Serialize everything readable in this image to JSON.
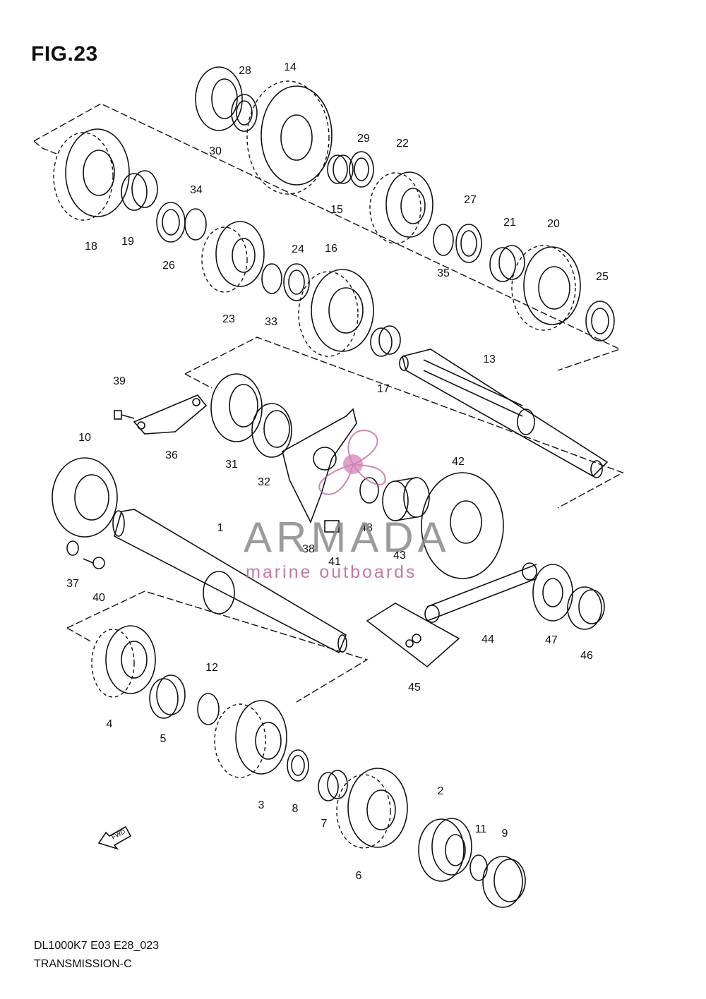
{
  "figure": {
    "title": "FIG.23"
  },
  "footer": {
    "code": "DL1000K7 E03 E28_023",
    "name": "TRANSMISSION-C"
  },
  "watermark": {
    "brand": "ARMADA",
    "tagline": "marine outboards",
    "accent_color": "#c06aa0"
  },
  "direction_marker": {
    "text": "FWD",
    "icon": "forward-arrow-icon"
  },
  "parts": [
    {
      "id": "p1",
      "label": "1"
    },
    {
      "id": "p2",
      "label": "2"
    },
    {
      "id": "p3",
      "label": "3"
    },
    {
      "id": "p4",
      "label": "4"
    },
    {
      "id": "p5",
      "label": "5"
    },
    {
      "id": "p6",
      "label": "6"
    },
    {
      "id": "p7",
      "label": "7"
    },
    {
      "id": "p8",
      "label": "8"
    },
    {
      "id": "p9",
      "label": "9"
    },
    {
      "id": "p10",
      "label": "10"
    },
    {
      "id": "p11",
      "label": "11"
    },
    {
      "id": "p12",
      "label": "12"
    },
    {
      "id": "p13",
      "label": "13"
    },
    {
      "id": "p14",
      "label": "14"
    },
    {
      "id": "p15",
      "label": "15"
    },
    {
      "id": "p16",
      "label": "16"
    },
    {
      "id": "p17",
      "label": "17"
    },
    {
      "id": "p18",
      "label": "18"
    },
    {
      "id": "p19",
      "label": "19"
    },
    {
      "id": "p20",
      "label": "20"
    },
    {
      "id": "p21",
      "label": "21"
    },
    {
      "id": "p22",
      "label": "22"
    },
    {
      "id": "p23",
      "label": "23"
    },
    {
      "id": "p24",
      "label": "24"
    },
    {
      "id": "p25",
      "label": "25"
    },
    {
      "id": "p26",
      "label": "26"
    },
    {
      "id": "p27",
      "label": "27"
    },
    {
      "id": "p28",
      "label": "28"
    },
    {
      "id": "p29",
      "label": "29"
    },
    {
      "id": "p30",
      "label": "30"
    },
    {
      "id": "p31",
      "label": "31"
    },
    {
      "id": "p32",
      "label": "32"
    },
    {
      "id": "p33",
      "label": "33"
    },
    {
      "id": "p34",
      "label": "34"
    },
    {
      "id": "p35",
      "label": "35"
    },
    {
      "id": "p36",
      "label": "36"
    },
    {
      "id": "p37",
      "label": "37"
    },
    {
      "id": "p38",
      "label": "38"
    },
    {
      "id": "p39",
      "label": "39"
    },
    {
      "id": "p40",
      "label": "40"
    },
    {
      "id": "p41",
      "label": "41"
    },
    {
      "id": "p42",
      "label": "42"
    },
    {
      "id": "p43",
      "label": "43"
    },
    {
      "id": "p44",
      "label": "44"
    },
    {
      "id": "p45",
      "label": "45"
    },
    {
      "id": "p46",
      "label": "46"
    },
    {
      "id": "p47",
      "label": "47"
    },
    {
      "id": "p48",
      "label": "48"
    }
  ]
}
